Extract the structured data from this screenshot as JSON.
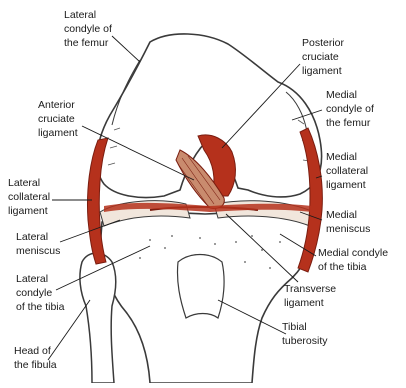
{
  "diagram": {
    "colors": {
      "background": "#ffffff",
      "bone_outline": "#3a3a3a",
      "ligament": "#b5311c",
      "ligament_dark": "#7a1d10",
      "meniscus": "#f1e6dc",
      "label_text": "#1a1a1a"
    },
    "labels": {
      "lateral_condyle_femur": [
        "Lateral",
        "condyle of",
        "the femur"
      ],
      "posterior_cruciate": [
        "Posterior",
        "cruciate",
        "ligament"
      ],
      "anterior_cruciate": [
        "Anterior",
        "cruciate",
        "ligament"
      ],
      "medial_condyle_femur": [
        "Medial",
        "condyle of",
        "the femur"
      ],
      "medial_collateral": [
        "Medial",
        "collateral",
        "ligament"
      ],
      "lateral_collateral": [
        "Lateral",
        "collateral",
        "ligament"
      ],
      "medial_meniscus": [
        "Medial",
        "meniscus"
      ],
      "lateral_meniscus": [
        "Lateral",
        "meniscus"
      ],
      "medial_condyle_tibia": [
        "Medial condyle",
        "of the tibia"
      ],
      "lateral_condyle_tibia": [
        "Lateral",
        "condyle",
        "of the tibia"
      ],
      "transverse_ligament": [
        "Transverse",
        "ligament"
      ],
      "tibial_tuberosity": [
        "Tibial",
        "tuberosity"
      ],
      "head_fibula": [
        "Head of",
        "the fibula"
      ]
    }
  }
}
